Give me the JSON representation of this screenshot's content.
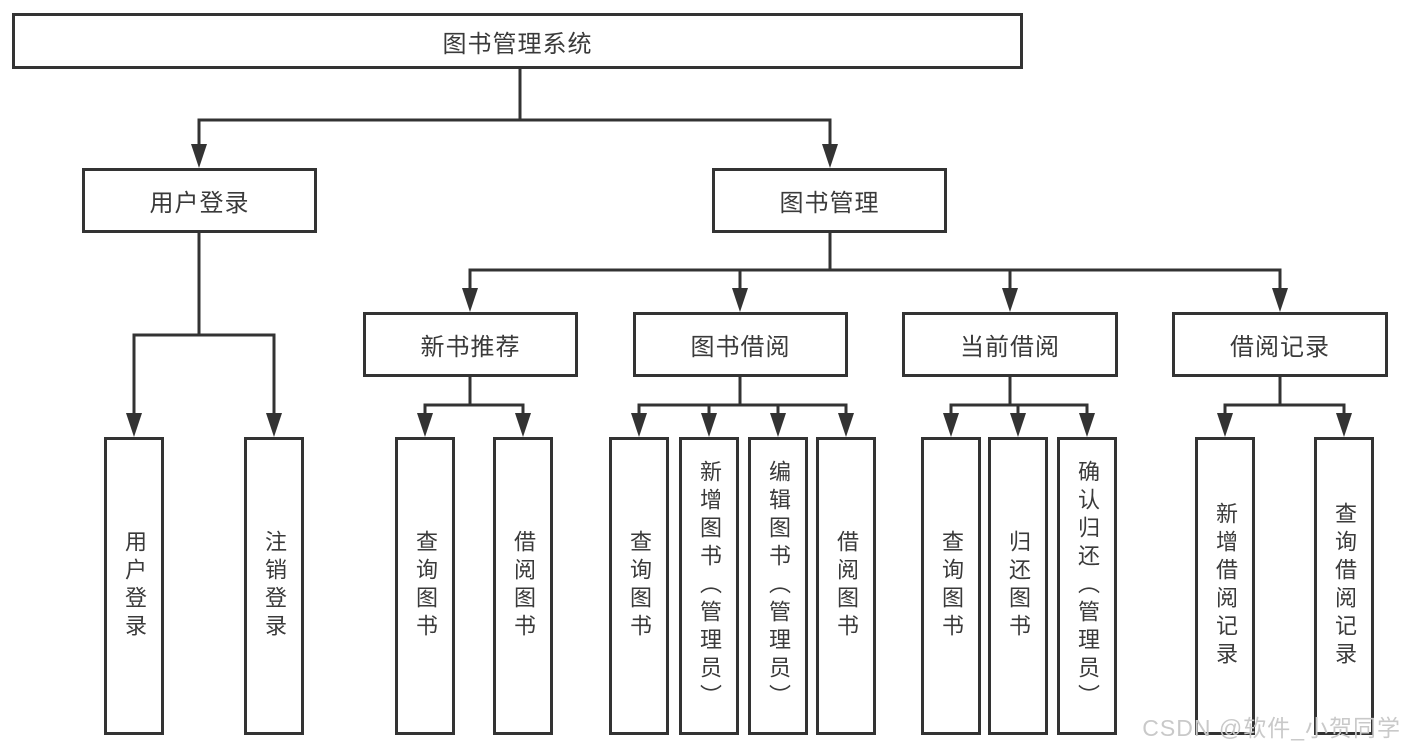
{
  "diagram": {
    "root": {
      "label": "图书管理系统"
    },
    "level1": [
      {
        "id": "user-login",
        "label": "用户登录"
      },
      {
        "id": "book-management",
        "label": "图书管理"
      }
    ],
    "level2": [
      {
        "id": "new-book-recommend",
        "label": "新书推荐",
        "parent": "图书管理"
      },
      {
        "id": "book-borrowing",
        "label": "图书借阅",
        "parent": "图书管理"
      },
      {
        "id": "current-borrowing",
        "label": "当前借阅",
        "parent": "图书管理"
      },
      {
        "id": "borrowing-records",
        "label": "借阅记录",
        "parent": "图书管理"
      }
    ],
    "leaves": [
      {
        "id": "user-login-leaf",
        "label": "用户登录",
        "parent": "用户登录"
      },
      {
        "id": "logout-leaf",
        "label": "注销登录",
        "parent": "用户登录"
      },
      {
        "id": "nbr-query-books",
        "label": "查询图书",
        "parent": "新书推荐"
      },
      {
        "id": "nbr-borrow-books",
        "label": "借阅图书",
        "parent": "新书推荐"
      },
      {
        "id": "bb-query-books",
        "label": "查询图书",
        "parent": "图书借阅"
      },
      {
        "id": "bb-add-books",
        "label": "新增图书（管理员）",
        "parent": "图书借阅"
      },
      {
        "id": "bb-edit-books",
        "label": "编辑图书（管理员）",
        "parent": "图书借阅"
      },
      {
        "id": "bb-borrow-books",
        "label": "借阅图书",
        "parent": "图书借阅"
      },
      {
        "id": "cb-query-books",
        "label": "查询图书",
        "parent": "当前借阅"
      },
      {
        "id": "cb-return-books",
        "label": "归还图书",
        "parent": "当前借阅"
      },
      {
        "id": "cb-confirm-return",
        "label": "确认归还（管理员）",
        "parent": "当前借阅"
      },
      {
        "id": "br-add-record",
        "label": "新增借阅记录",
        "parent": "借阅记录"
      },
      {
        "id": "br-query-record",
        "label": "查询借阅记录",
        "parent": "借阅记录"
      }
    ],
    "watermark": "CSDN @软件_小贺同学",
    "colors": {
      "line": "#333333",
      "box_border": "#333333",
      "box_background": "#ffffff",
      "text": "#3a3a3a",
      "watermark": "#c9c9c9",
      "page_background": "#ffffff"
    }
  }
}
